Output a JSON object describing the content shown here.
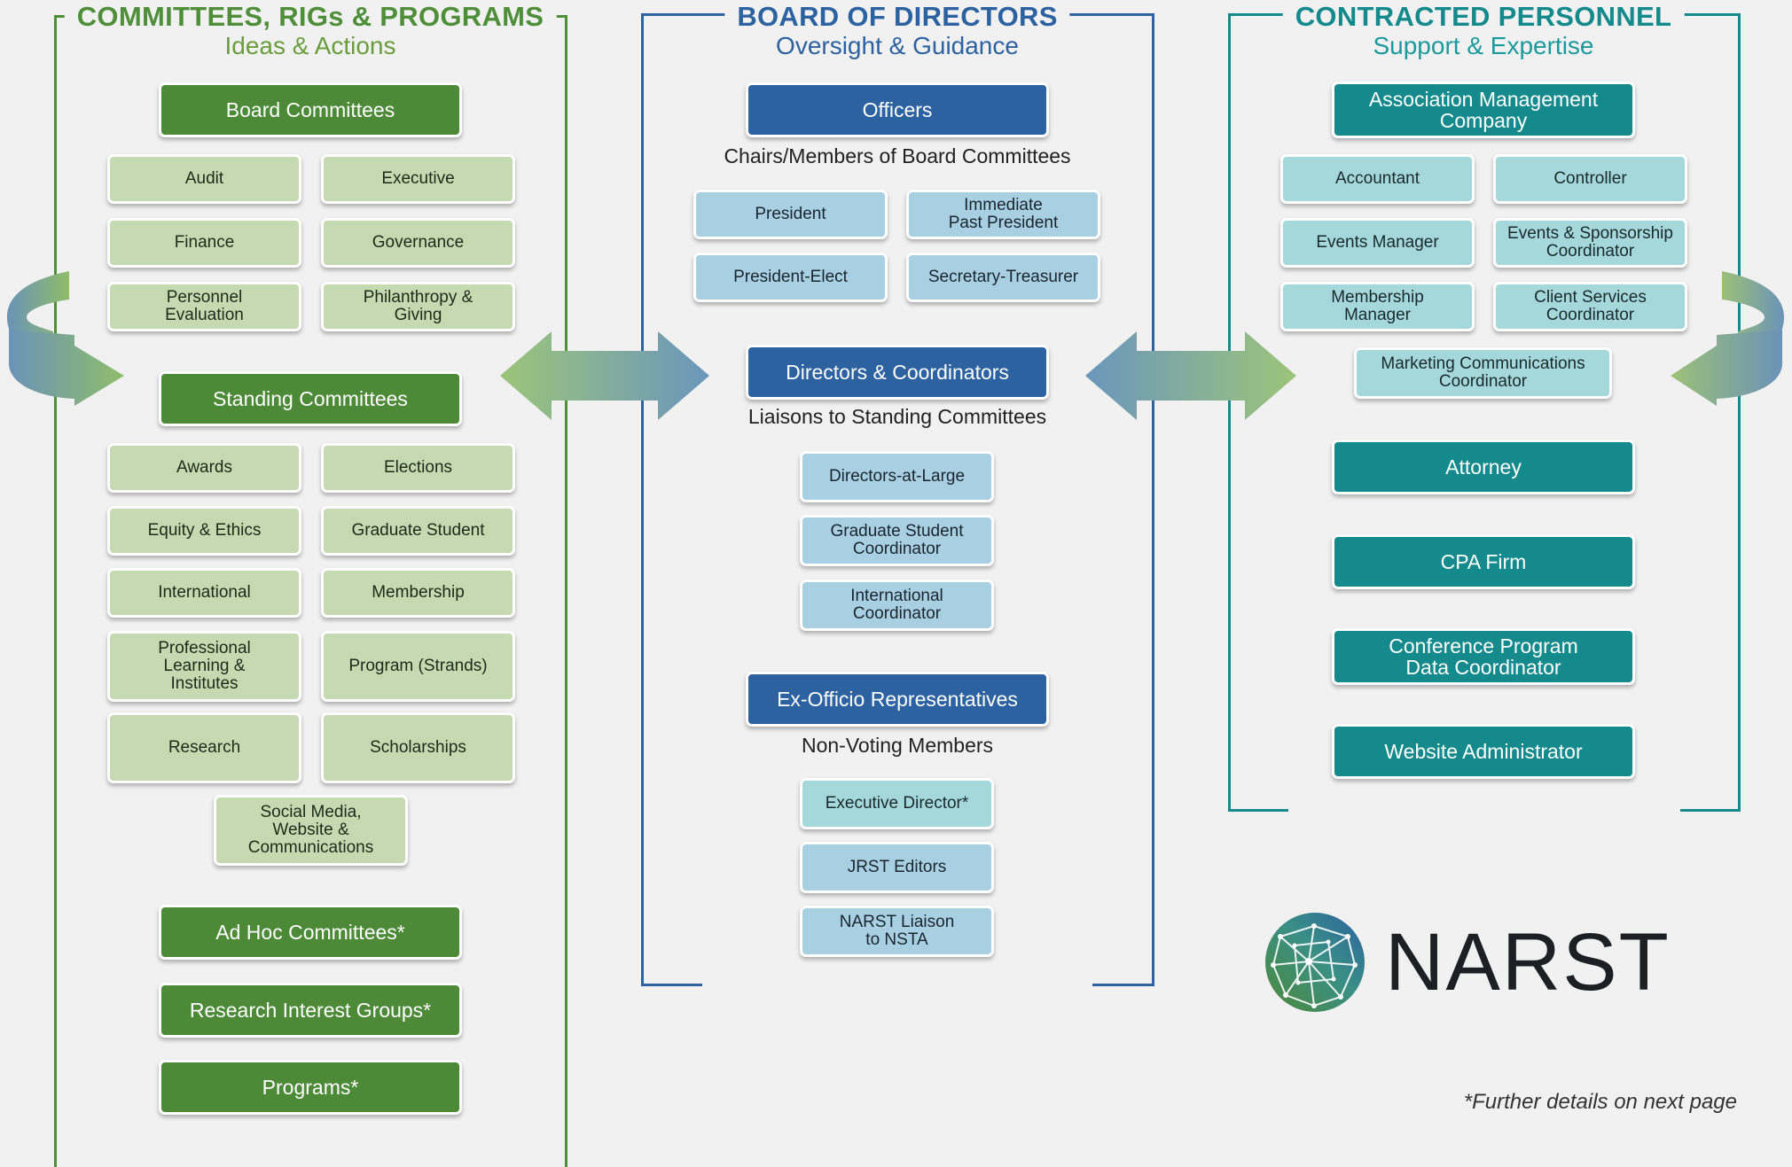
{
  "left": {
    "title": "COMMITTEES, RIGs & PROGRAMS",
    "subtitle": "Ideas & Actions",
    "board_committees": {
      "label": "Board Committees",
      "items": [
        "Audit",
        "Executive",
        "Finance",
        "Governance",
        "Personnel\nEvaluation",
        "Philanthropy &\nGiving"
      ]
    },
    "standing_committees": {
      "label": "Standing Committees",
      "items": [
        "Awards",
        "Elections",
        "Equity & Ethics",
        "Graduate Student",
        "International",
        "Membership",
        "Professional\nLearning &\nInstitutes",
        "Program (Strands)",
        "Research",
        "Scholarships",
        "Social Media,\nWebsite &\nCommunications"
      ]
    },
    "ad_hoc": "Ad Hoc Committees*",
    "rigs": "Research Interest Groups*",
    "programs": "Programs*"
  },
  "middle": {
    "title": "BOARD OF DIRECTORS",
    "subtitle": "Oversight & Guidance",
    "officers": {
      "label": "Officers",
      "caption": "Chairs/Members of Board Committees",
      "items": [
        "President",
        "Immediate\nPast President",
        "President-Elect",
        "Secretary-Treasurer"
      ]
    },
    "directors": {
      "label": "Directors & Coordinators",
      "caption": "Liaisons to Standing Committees",
      "items": [
        "Directors-at-Large",
        "Graduate Student\nCoordinator",
        "International\nCoordinator"
      ]
    },
    "ex_officio": {
      "label": "Ex-Officio Representatives",
      "caption": "Non-Voting Members",
      "items": [
        "Executive Director*",
        "JRST Editors",
        "NARST Liaison\nto NSTA"
      ]
    }
  },
  "right": {
    "title": "CONTRACTED PERSONNEL",
    "subtitle": "Support & Expertise",
    "amc": {
      "label": "Association Management\nCompany",
      "items": [
        "Accountant",
        "Controller",
        "Events Manager",
        "Events & Sponsorship\nCoordinator",
        "Membership\nManager",
        "Client Services\nCoordinator",
        "Marketing Communications\nCoordinator"
      ]
    },
    "attorney": "Attorney",
    "cpa": "CPA Firm",
    "conference": "Conference Program\nData Coordinator",
    "website": "Website Administrator"
  },
  "logo": {
    "text": "NARST"
  },
  "footnote": "*Further details on next page",
  "colors": {
    "green_dark": "#4d8a38",
    "green_light": "#c5dab1",
    "blue_dark": "#2c62a0",
    "blue_light": "#a9d0e2",
    "teal_dark": "#158a8d",
    "teal_light": "#a5d8db"
  }
}
